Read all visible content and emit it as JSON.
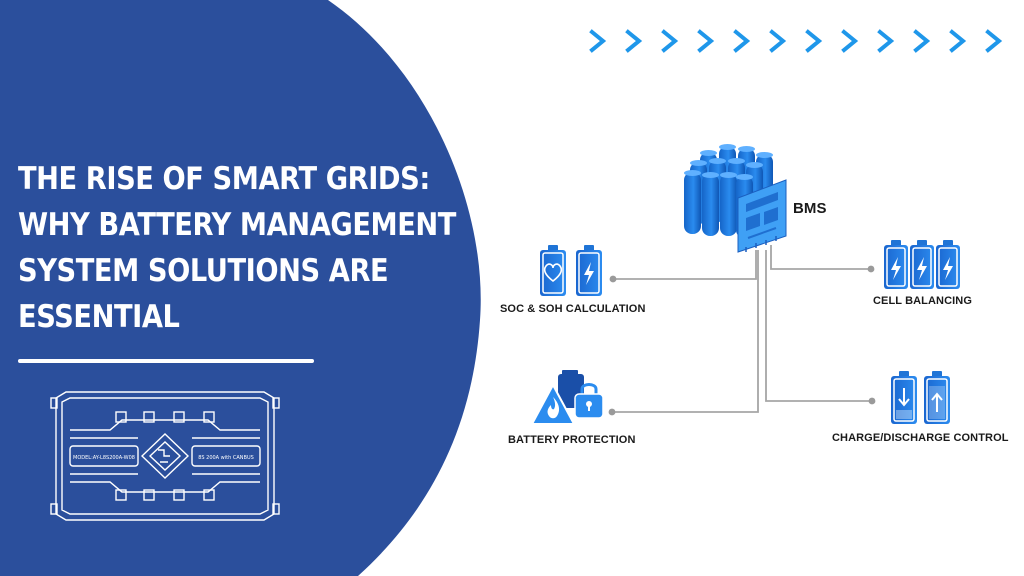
{
  "title": {
    "lines": [
      "THE RISE OF SMART GRIDS:",
      "WHY BATTERY MANAGEMENT",
      "SYSTEM SOLUTIONS ARE",
      "ESSENTIAL"
    ]
  },
  "device": {
    "model_text": "MODEL:AY-L8S200A-W08",
    "spec_text": "8S 200A with CANBUS"
  },
  "diagram": {
    "center_label": "BMS",
    "nodes": [
      {
        "id": "soc",
        "label": "SOC & SOH CALCULATION",
        "icons": [
          "heart-icon",
          "lightning-icon"
        ]
      },
      {
        "id": "protection",
        "label": "BATTERY PROTECTION",
        "icons": [
          "fire-warning-icon",
          "padlock-icon"
        ]
      },
      {
        "id": "balancing",
        "label": "CELL BALANCING",
        "icons": [
          "lightning-icon",
          "lightning-icon",
          "lightning-icon"
        ]
      },
      {
        "id": "charge",
        "label": "CHARGE/DISCHARGE CONTROL",
        "icons": [
          "arrow-down-icon",
          "arrow-up-icon"
        ]
      }
    ]
  },
  "colors": {
    "panel_blue": "#2b4f9c",
    "accent_blue": "#1f97ea",
    "battery_blue": "#1f74d6",
    "line_gray": "#a6a6a6",
    "text_dark": "#1a1a1a"
  }
}
